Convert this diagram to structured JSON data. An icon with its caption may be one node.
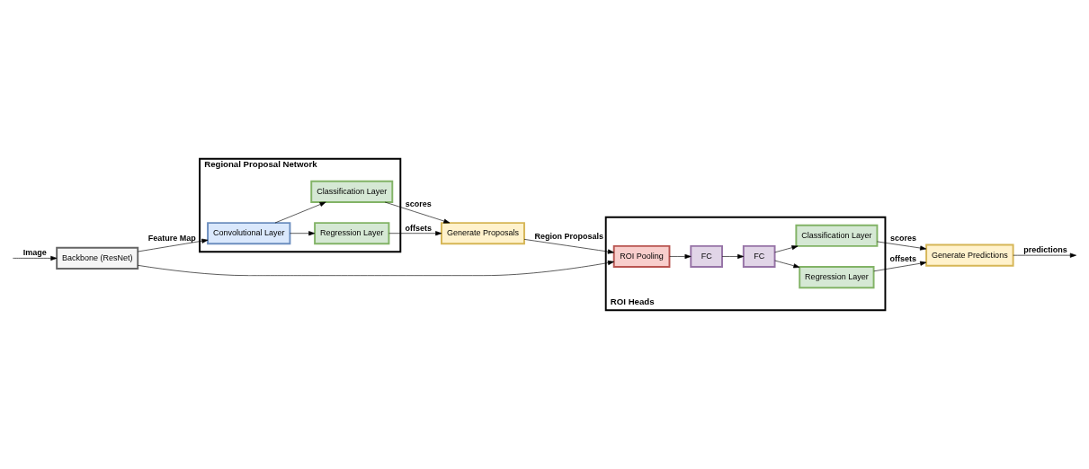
{
  "diagram": {
    "nodes": [
      {
        "text": [
          "Regional Proposal Network"
        ]
      },
      {
        "text": [
          "Convolutional Layer"
        ],
        "in": 0
      },
      {
        "text": [
          "Classification Layer"
        ],
        "in": 0
      },
      {
        "text": [
          "Regression Layer"
        ],
        "in": 0
      },
      {
        "text": [
          "Generate Proposals"
        ]
      },
      {
        "text": [
          "Backbone (ResNet)"
        ]
      },
      {
        "text": [
          "ROI Heads"
        ]
      },
      {
        "text": [
          "ROI Pooling"
        ],
        "in": 6
      },
      {
        "text": [
          "FC"
        ],
        "in": 6
      },
      {
        "text": [
          "FC"
        ],
        "in": 6
      },
      {
        "text": [
          "Classification Layer"
        ],
        "in": 6
      },
      {
        "text": [
          "Regression Layer"
        ],
        "in": 6
      },
      {
        "text": [
          "Generate Predictions"
        ]
      }
    ],
    "edges": [
      {
        "from": null,
        "to": 5,
        "arrow": "to",
        "label": "Image"
      },
      {
        "from": 5,
        "to": 1,
        "arrow": "to",
        "label": "Feature Map"
      },
      {
        "from": 5,
        "to": 7,
        "arrow": "to"
      },
      {
        "from": 1,
        "to": 2,
        "arrow": "to"
      },
      {
        "from": 1,
        "to": 3,
        "arrow": "to"
      },
      {
        "from": 2,
        "to": 4,
        "arrow": "to",
        "label": "scores"
      },
      {
        "from": 3,
        "to": 4,
        "arrow": "to",
        "label": "offsets"
      },
      {
        "from": 4,
        "to": 7,
        "arrow": "to",
        "label": "Region Proposals"
      },
      {
        "from": 7,
        "to": 8,
        "arrow": "to"
      },
      {
        "from": 8,
        "to": 9,
        "arrow": "to"
      },
      {
        "from": 9,
        "to": 10,
        "arrow": "to"
      },
      {
        "from": 9,
        "to": 11,
        "arrow": "to"
      },
      {
        "from": 10,
        "to": 12,
        "arrow": "to",
        "label": "scores"
      },
      {
        "from": 11,
        "to": 12,
        "arrow": "to",
        "label": "offsets"
      },
      {
        "from": 12,
        "to": null,
        "arrow": "to",
        "label": "predictions"
      }
    ]
  }
}
